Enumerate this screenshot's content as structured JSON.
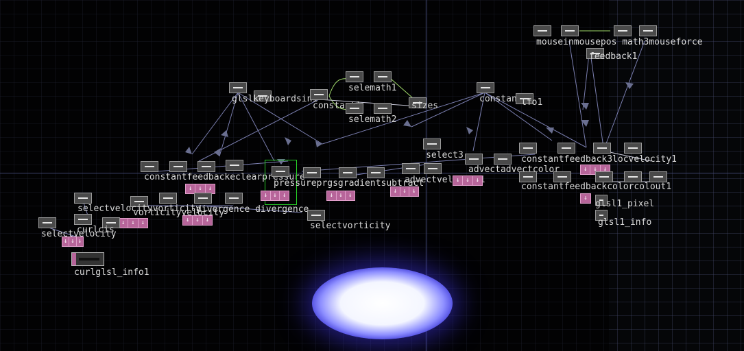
{
  "labels": {
    "glslkeyboardsin1": "glslkeyboardsin1",
    "constant1": "constant1",
    "selemath1": "selemath1",
    "selemath2": "selemath2",
    "sizes": "sizes",
    "constants": "constants",
    "lfo1": "lfo1",
    "mouse": "mouseinmousepos math3mouseforce",
    "feedback1": "feedback1",
    "constfeedback": "constantfeedbackeclearpressure",
    "pressure": "pressureprgsgradientsubtract",
    "select3": "select3",
    "advect": "advectadvectcolor",
    "advectvel": "advectvelocity1",
    "constfb3": "constantfeedback3locvelocity1",
    "constfb2": "constantfeedbackcolorcolout1",
    "glsl1pixel": "glsl1_pixel",
    "glsl1info": "glsl1_info",
    "selectvelvort": "selectvelocityvorticity",
    "vorticityvel": "vorticityvelocity",
    "divergence": "divergence divergence",
    "selectvorticity": "selectvorticity",
    "selectvelocity": "selectvelocity",
    "curlcis": "curlcis",
    "curlglsl": "curlglsl_info1"
  },
  "flag_arrow": "↓",
  "colors": {
    "wire": "#7b7fb0",
    "wire_light": "#c8c8d8",
    "wire_green": "#9fd86a",
    "selection": "#27d027",
    "flag": "#b7659a"
  }
}
